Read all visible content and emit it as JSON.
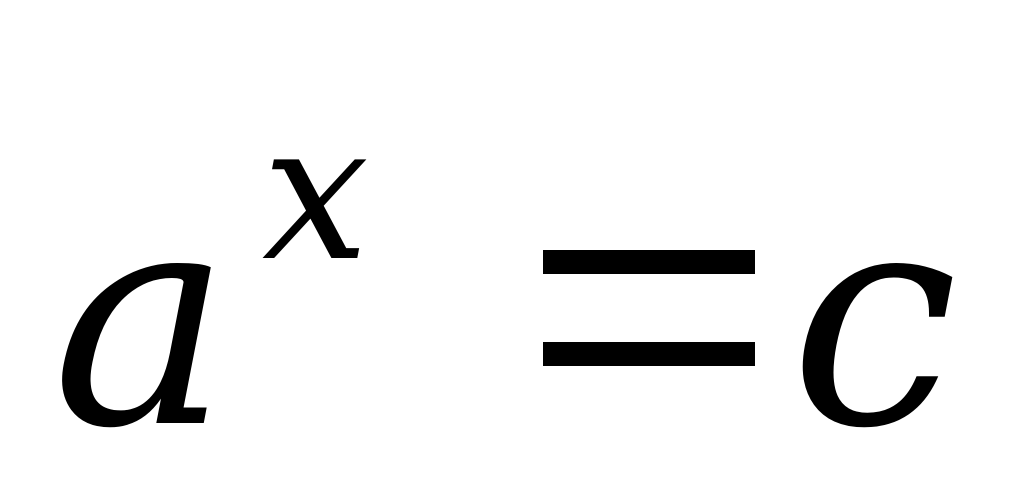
{
  "equation": {
    "base": "a",
    "exponent": "x",
    "operator": "=",
    "result": "c"
  },
  "colors": {
    "text": "#000000",
    "background": "#ffffff"
  }
}
